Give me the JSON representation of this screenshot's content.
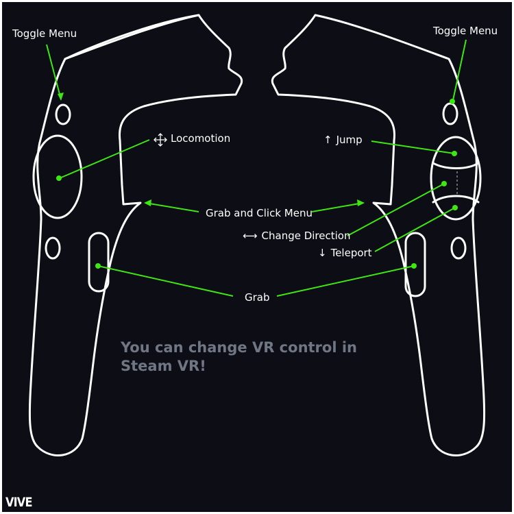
{
  "colors": {
    "background": "#0d0d16",
    "outline": "#ffffff",
    "pointer": "#3ee614",
    "note_text": "#707784"
  },
  "labels": {
    "toggle_menu_left": "Toggle Menu",
    "toggle_menu_right": "Toggle Menu",
    "locomotion": "Locomotion",
    "jump": "Jump",
    "grab_and_click_menu": "Grab and Click Menu",
    "change_direction": "Change Direction",
    "teleport": "Teleport",
    "grab": "Grab"
  },
  "glyphs": {
    "locomotion": "move-arrows-icon",
    "jump": "↑",
    "change_direction": "⟷",
    "teleport": "↓"
  },
  "note": "You can change VR control in Steam VR!",
  "brand": "VIVE"
}
